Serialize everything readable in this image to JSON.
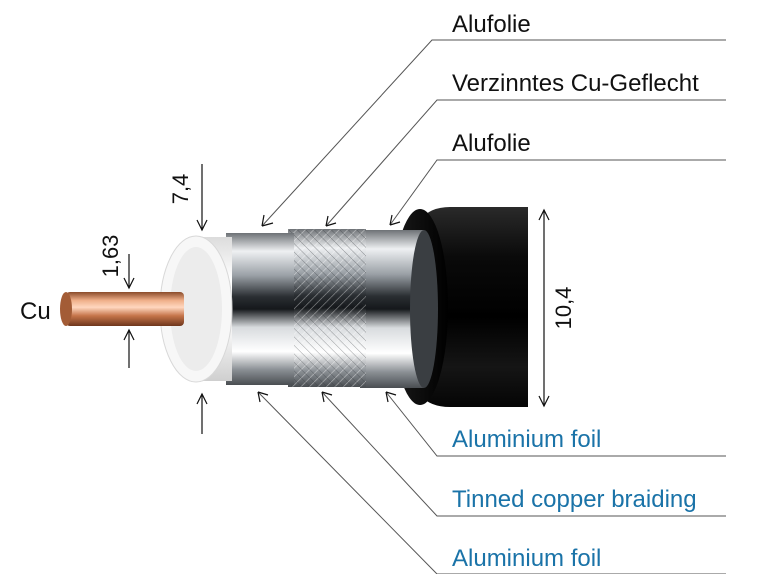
{
  "labels_top": [
    {
      "text": "Alufolie"
    },
    {
      "text": "Verzinntes Cu-Geflecht"
    },
    {
      "text": "Alufolie"
    }
  ],
  "labels_bottom": [
    {
      "text": "Aluminium foil"
    },
    {
      "text": "Tinned copper braiding"
    },
    {
      "text": "Aluminium foil"
    }
  ],
  "dimensions": {
    "outer_diameter": "10,4",
    "dielectric_diameter": "7,4",
    "conductor_diameter": "1,63"
  },
  "conductor_label": "Cu",
  "colors": {
    "label_german": "#111111",
    "label_english": "#1a73a8",
    "jacket": "#0d0d0d",
    "copper": "#d98a5a",
    "dielectric": "#f4f4f4",
    "foil": "#b9bcc0",
    "braid": "#c8cbcf"
  }
}
